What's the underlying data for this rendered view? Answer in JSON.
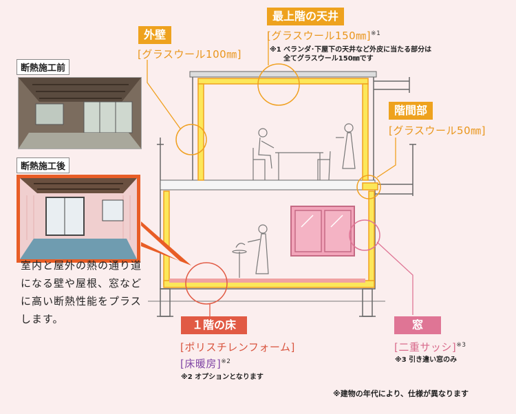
{
  "labels": {
    "outer_wall": {
      "title": "外壁",
      "spec": "[グラスウール100㎜]"
    },
    "top_ceiling": {
      "title": "最上階の天井",
      "spec": "[グラスウール150㎜]",
      "mark": "※1",
      "note_line1": "※1 ベランダ･下屋下の天井など外皮に当たる部分は",
      "note_line2": "全てグラスウール150㎜です"
    },
    "intermediate": {
      "title": "階間部",
      "spec": "[グラスウール50㎜]"
    },
    "first_floor": {
      "title": "１階の床",
      "spec": "[ポリスチレンフォーム]",
      "option": "[床暖房]",
      "mark": "※2",
      "note": "※2 オプションとなります"
    },
    "window": {
      "title": "窓",
      "spec": "[二重サッシ]",
      "mark": "※3",
      "note": "※3 引き違い窓のみ"
    }
  },
  "photos": {
    "before_label": "断熱施工前",
    "after_label": "断熱施工後"
  },
  "description": "室内と屋外の熱の通り道になる壁や屋根、窓などに高い断熱性能をプラスします。",
  "footnote": "※建物の年代により、仕様が異なります",
  "colors": {
    "background": "#fbeeee",
    "insulation": "#fce75a",
    "frame": "#f0a020",
    "accent_red": "#e15a44",
    "accent_pink": "#df7595",
    "floor_heating": "#f0a2a2"
  }
}
